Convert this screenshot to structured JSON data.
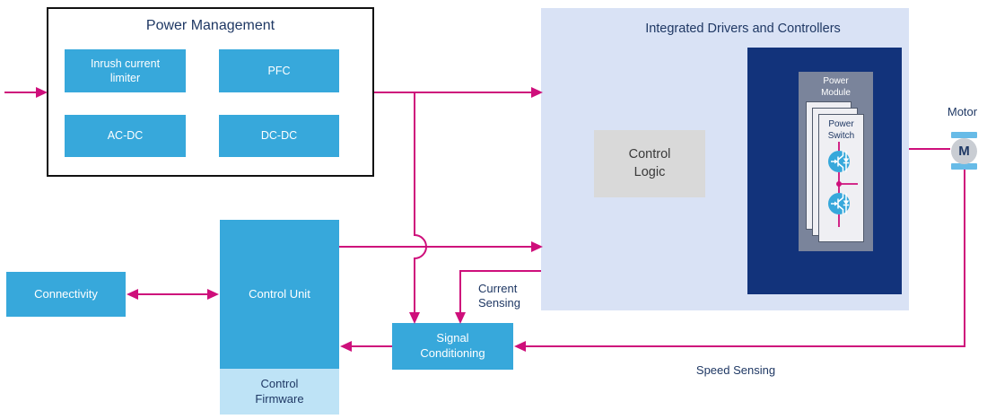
{
  "colors": {
    "accent_magenta": "#CE0F7B",
    "block_blue": "#37A8DB",
    "firmware_light_blue": "#BEE3F6",
    "panel_light_blue": "#D9E2F5",
    "module_navy": "#12337B",
    "title_navy": "#1F3864",
    "module_gray": "#7A849B",
    "logic_gray": "#D9D9D9"
  },
  "power_management": {
    "title": "Power Management",
    "blocks": [
      "Inrush current limiter",
      "PFC",
      "AC-DC",
      "DC-DC"
    ]
  },
  "integrated_drivers": {
    "title": "Integrated Drivers and Controllers",
    "control_logic": "Control Logic",
    "power_module": "Power Module",
    "power_switch": "Power Switch"
  },
  "motor": {
    "label": "Motor",
    "symbol": "M"
  },
  "connectivity": {
    "label": "Connectivity"
  },
  "control_unit": {
    "label": "Control Unit"
  },
  "control_firmware": {
    "label": "Control Firmware"
  },
  "signal_conditioning": {
    "label": "Signal Conditioning"
  },
  "annotations": {
    "current_sensing": "Current Sensing",
    "speed_sensing": "Speed Sensing"
  }
}
